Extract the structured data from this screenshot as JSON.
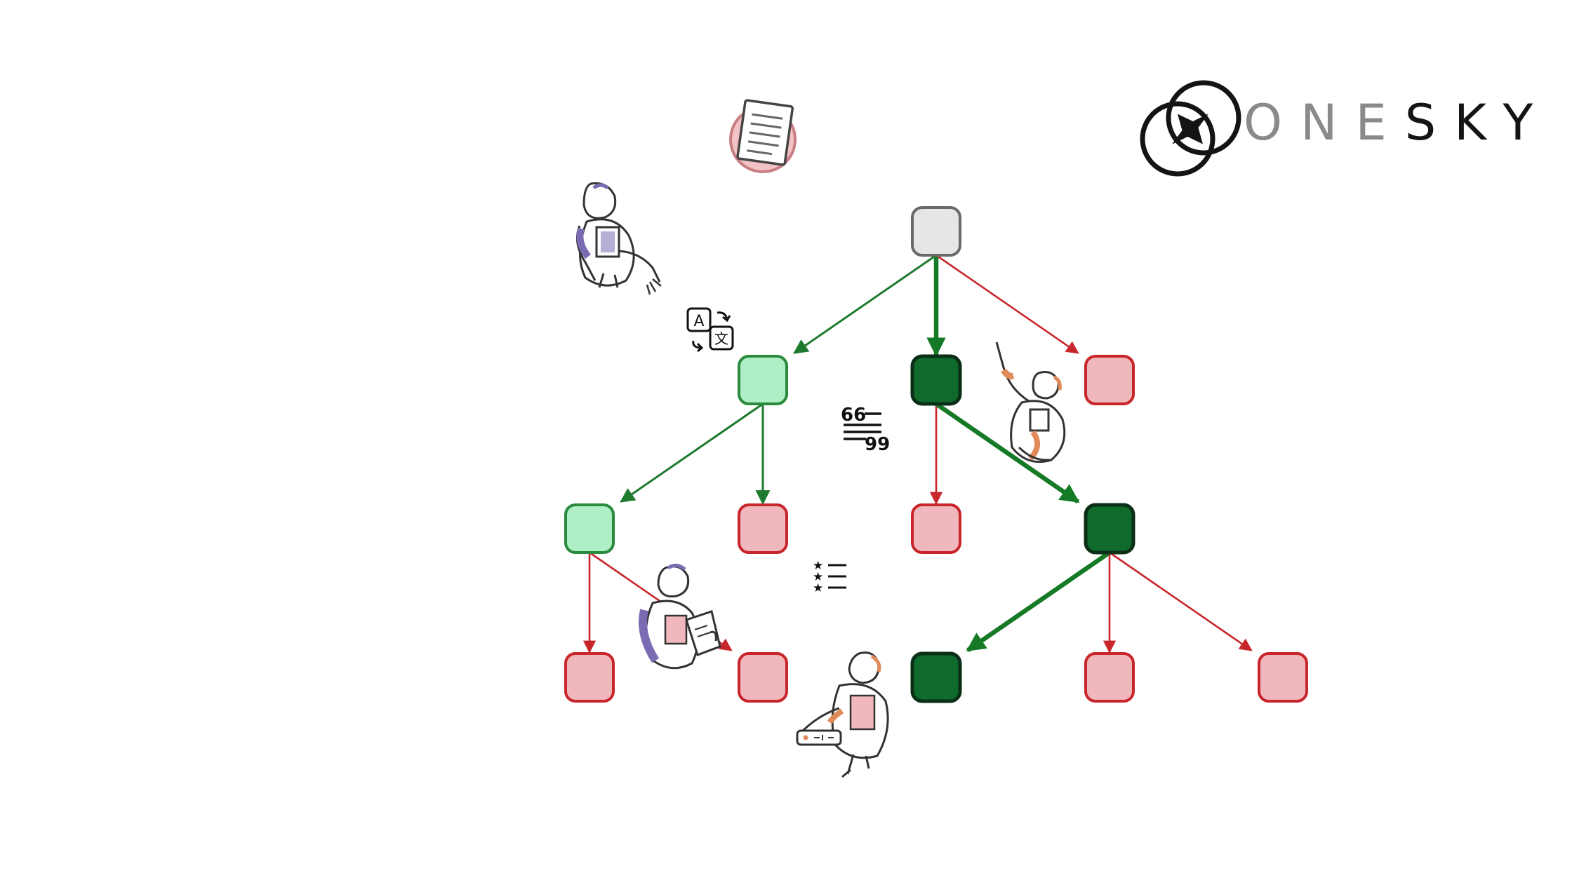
{
  "brand": {
    "name_part_one": "ONE",
    "name_part_two": "SKY",
    "mark_icon": "interlocking-rings-compass-icon",
    "colors": {
      "light": "#8a8a8a",
      "dark": "#141414"
    }
  },
  "palette": {
    "selected_fill": "#0f6b2c",
    "selected_border": "#0a2e16",
    "accepted_fill": "#aeefc5",
    "accepted_border": "#2a8a3e",
    "rejected_fill": "#f0b8bc",
    "rejected_border": "#c8262b",
    "root_fill": "#e6e6e6",
    "root_border": "#6a6a6a",
    "green_edge": "#1e7a2e",
    "selected_edge": "#157a26",
    "red_edge": "#c8262b"
  },
  "tree": {
    "nodes": [
      {
        "id": "root",
        "level": 0,
        "col": 4,
        "state": "root"
      },
      {
        "id": "n1a",
        "level": 1,
        "col": 3,
        "state": "accepted"
      },
      {
        "id": "n1b",
        "level": 1,
        "col": 4,
        "state": "selected"
      },
      {
        "id": "n1c",
        "level": 1,
        "col": 5,
        "state": "rejected"
      },
      {
        "id": "n2a",
        "level": 2,
        "col": 2,
        "state": "accepted"
      },
      {
        "id": "n2b",
        "level": 2,
        "col": 3,
        "state": "rejected"
      },
      {
        "id": "n2c",
        "level": 2,
        "col": 4,
        "state": "rejected"
      },
      {
        "id": "n2d",
        "level": 2,
        "col": 5,
        "state": "selected"
      },
      {
        "id": "n3a",
        "level": 3,
        "col": 2,
        "state": "rejected"
      },
      {
        "id": "n3b",
        "level": 3,
        "col": 3,
        "state": "rejected"
      },
      {
        "id": "n3c",
        "level": 3,
        "col": 4,
        "state": "selected"
      },
      {
        "id": "n3d",
        "level": 3,
        "col": 5,
        "state": "rejected"
      },
      {
        "id": "n3e",
        "level": 3,
        "col": 6,
        "state": "rejected"
      }
    ],
    "edges": [
      {
        "from": "root",
        "to": "n1a",
        "kind": "green"
      },
      {
        "from": "root",
        "to": "n1b",
        "kind": "selected"
      },
      {
        "from": "root",
        "to": "n1c",
        "kind": "red"
      },
      {
        "from": "n1a",
        "to": "n2a",
        "kind": "green"
      },
      {
        "from": "n1a",
        "to": "n2b",
        "kind": "green"
      },
      {
        "from": "n1b",
        "to": "n2c",
        "kind": "red"
      },
      {
        "from": "n1b",
        "to": "n2d",
        "kind": "selected"
      },
      {
        "from": "n2a",
        "to": "n3a",
        "kind": "red"
      },
      {
        "from": "n2a",
        "to": "n3b",
        "kind": "red"
      },
      {
        "from": "n2d",
        "to": "n3c",
        "kind": "selected"
      },
      {
        "from": "n2d",
        "to": "n3d",
        "kind": "red"
      },
      {
        "from": "n2d",
        "to": "n3e",
        "kind": "red"
      }
    ]
  },
  "decorations": {
    "source_document_icon": "document-icon",
    "translate_icon": "translate-icon",
    "translate_glyphs": [
      "A",
      "文"
    ],
    "quote_icon": "quote-icon",
    "quote_marks": [
      "66",
      "99"
    ],
    "rating_list_icon": "star-list-icon",
    "robots": [
      "robot-holding-document-icon",
      "robot-reading-tablet-icon",
      "robot-waving-icon",
      "robot-holding-panel-icon"
    ]
  }
}
